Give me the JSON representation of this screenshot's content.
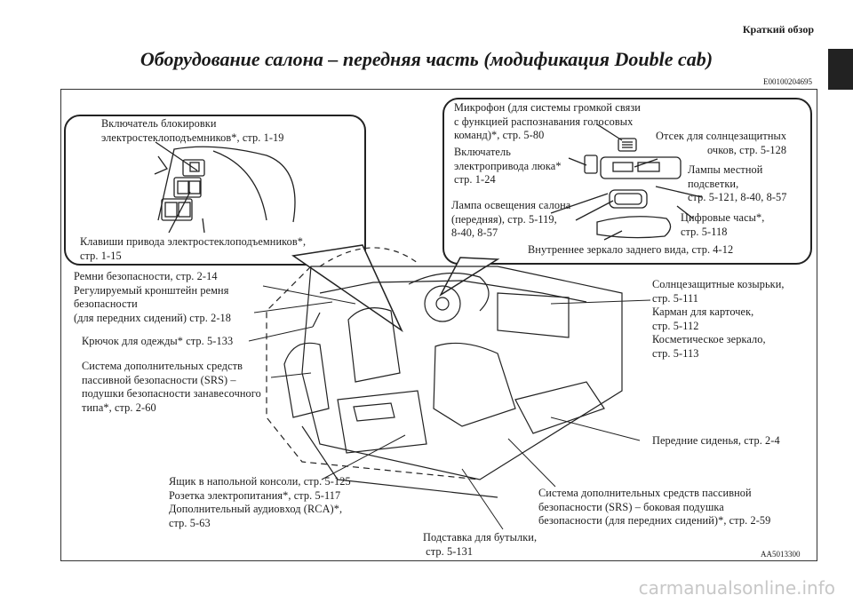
{
  "header": {
    "section": "Краткий обзор"
  },
  "title": "Оборудование салона – передняя часть (модификация Double cab)",
  "doc_code": "E00100204695",
  "figure_code": "AA5013300",
  "watermark": "carmanualsonline.info",
  "labels": {
    "window_lock": "Включатель блокировки\nэлектростеклоподъемников*, стр. 1-19",
    "window_switches": "Клавиши привода электростеклоподъемников*,\nстр. 1-15",
    "microphone": "Микрофон (для системы громкой связи\nс функцией распознавания голосовых\nкоманд)*, стр. 5-80",
    "sunroof_switch": "Включатель\nэлектропривода люка*\nстр. 1-24",
    "sunglasses_holder": "Отсек для солнцезащитных\nочков, стр. 5-128",
    "map_lamps": "Лампы местной\nподсветки,\nстр. 5-121, 8-40, 8-57",
    "dome_lamp": "Лампа освещения салона\n(передняя), стр. 5-119,\n8-40, 8-57",
    "digital_clock": "Цифровые часы*,\nстр. 5-118",
    "rear_mirror": "Внутреннее зеркало заднего вида, стр. 4-12",
    "seat_belts": "Ремни безопасности, стр. 2-14\nРегулируемый кронштейн ремня\nбезопасности\n(для передних сидений) стр. 2-18",
    "coat_hook": "Крючок для одежды* стр. 5-133",
    "srs_curtain": "Система дополнительных средств\nпассивной безопасности (SRS) –\nподушки безопасности занавесочного\nтипа*, стр. 2-60",
    "sun_visors": "Солнцезащитные козырьки,\nстр. 5-111\nКарман для карточек,\nстр. 5-112\nКосметическое зеркало,\nстр. 5-113",
    "front_seats": "Передние сиденья, стр. 2-4",
    "console_box": "Ящик в напольной консоли, стр. 5-125\nРозетка электропитания*, стр. 5-117\nДополнительный аудиовход (RCA)*,\nстр. 5-63",
    "srs_side": "Система дополнительных средств пассивной\nбезопасности (SRS) – боковая подушка\nбезопасности (для передних сидений)*, стр. 2-59",
    "bottle_holder": "Подставка для бутылки,\n стр. 5-131"
  }
}
